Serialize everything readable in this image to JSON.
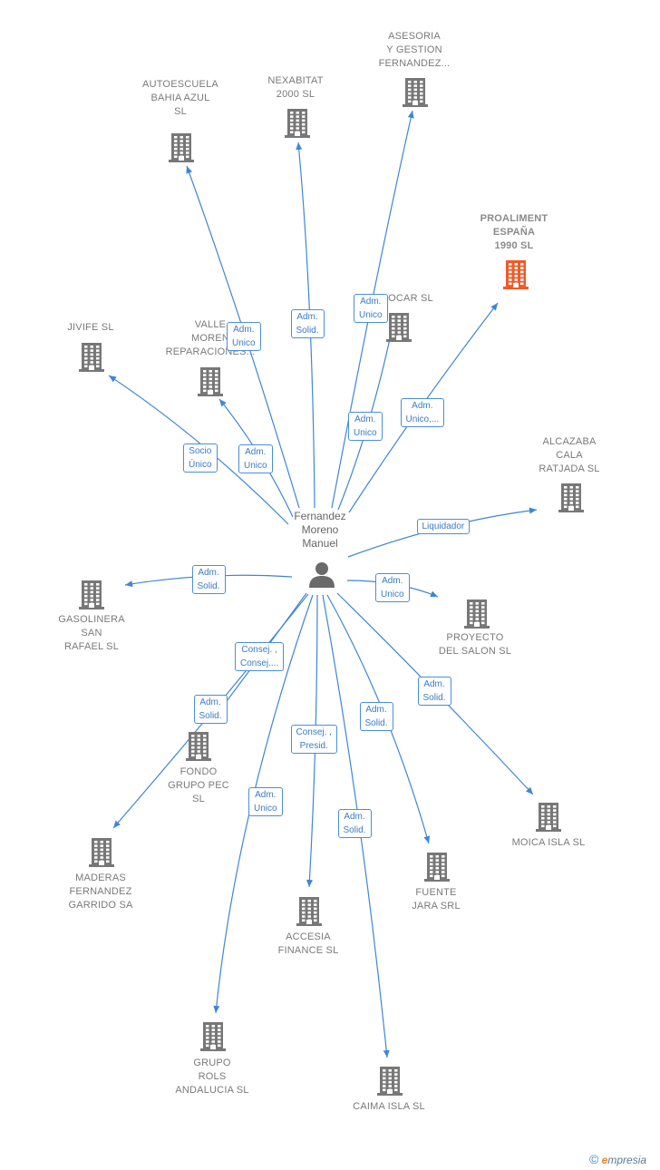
{
  "colors": {
    "edge": "#3f86d6",
    "company": "#777777",
    "highlight": "#f05a28",
    "person": "#6a6a6a"
  },
  "center": {
    "label": "Fernandez\nMoreno\nManuel",
    "icon": "person-icon"
  },
  "companies": [
    {
      "id": "nexabitat",
      "label": "NEXABITAT\n2000  SL",
      "icon": "building-icon"
    },
    {
      "id": "asesoria",
      "label": "ASESORIA\nY GESTION\nFERNANDEZ...",
      "icon": "building-icon"
    },
    {
      "id": "autoescuela",
      "label": "AUTOESCUELA\nBAHIA AZUL\nSL",
      "icon": "building-icon"
    },
    {
      "id": "proaliment",
      "label": "PROALIMENT\nESPAÑA\n1990  SL",
      "icon": "building-icon",
      "highlight": true
    },
    {
      "id": "ocar",
      "label": "OCAR SL",
      "icon": "building-icon"
    },
    {
      "id": "jivife",
      "label": "JIVIFE SL",
      "icon": "building-icon"
    },
    {
      "id": "valle",
      "label": "VALLE\nMOREN\nREPARACIONES...",
      "icon": "building-icon"
    },
    {
      "id": "alcazaba",
      "label": "ALCAZABA\nCALA\nRATJADA SL",
      "icon": "building-icon"
    },
    {
      "id": "gasolinera",
      "label": "GASOLINERA\nSAN\nRAFAEL  SL",
      "icon": "building-icon"
    },
    {
      "id": "proyecto",
      "label": "PROYECTO\nDEL SALON SL",
      "icon": "building-icon"
    },
    {
      "id": "fondo",
      "label": "FONDO\nGRUPO PEC\nSL",
      "icon": "building-icon"
    },
    {
      "id": "maderas",
      "label": "MADERAS\nFERNANDEZ\nGARRIDO SA",
      "icon": "building-icon"
    },
    {
      "id": "moica",
      "label": "MOICA ISLA SL",
      "icon": "building-icon"
    },
    {
      "id": "fuente",
      "label": "FUENTE\nJARA SRL",
      "icon": "building-icon"
    },
    {
      "id": "accesia",
      "label": "ACCESIA\nFINANCE  SL",
      "icon": "building-icon"
    },
    {
      "id": "grupo_rols",
      "label": "GRUPO\nROLS\nANDALUCIA  SL",
      "icon": "building-icon"
    },
    {
      "id": "caima",
      "label": "CAIMA ISLA SL",
      "icon": "building-icon"
    }
  ],
  "relations": [
    {
      "to": "autoescuela",
      "label": "Adm.\nUnico"
    },
    {
      "to": "nexabitat",
      "label": "Adm.\nSolid."
    },
    {
      "to": "asesoria",
      "label": "Adm.\nUnico"
    },
    {
      "to": "ocar",
      "label": "Adm.\nUnico"
    },
    {
      "to": "proaliment",
      "label": "Adm.\nUnico,..."
    },
    {
      "to": "jivife",
      "label": "Socio\nÚnico"
    },
    {
      "to": "valle",
      "label": "Adm.\nUnico"
    },
    {
      "to": "alcazaba",
      "label": "Liquidador"
    },
    {
      "to": "gasolinera",
      "label": "Adm.\nSolid."
    },
    {
      "to": "proyecto",
      "label": "Adm.\nUnico"
    },
    {
      "to": "fondo",
      "label": "Adm.\nSolid."
    },
    {
      "to": "maderas",
      "label": "Consej. ,\nConsej...."
    },
    {
      "to": "moica",
      "label": "Adm.\nSolid."
    },
    {
      "to": "fuente",
      "label": "Adm.\nSolid."
    },
    {
      "to": "accesia",
      "label": "Consej. ,\nPresid."
    },
    {
      "to": "grupo_rols",
      "label": "Adm.\nUnico"
    },
    {
      "to": "caima",
      "label": "Adm.\nSolid."
    }
  ],
  "brand": {
    "copyright": "©",
    "initial": "e",
    "rest": "mpresia"
  }
}
